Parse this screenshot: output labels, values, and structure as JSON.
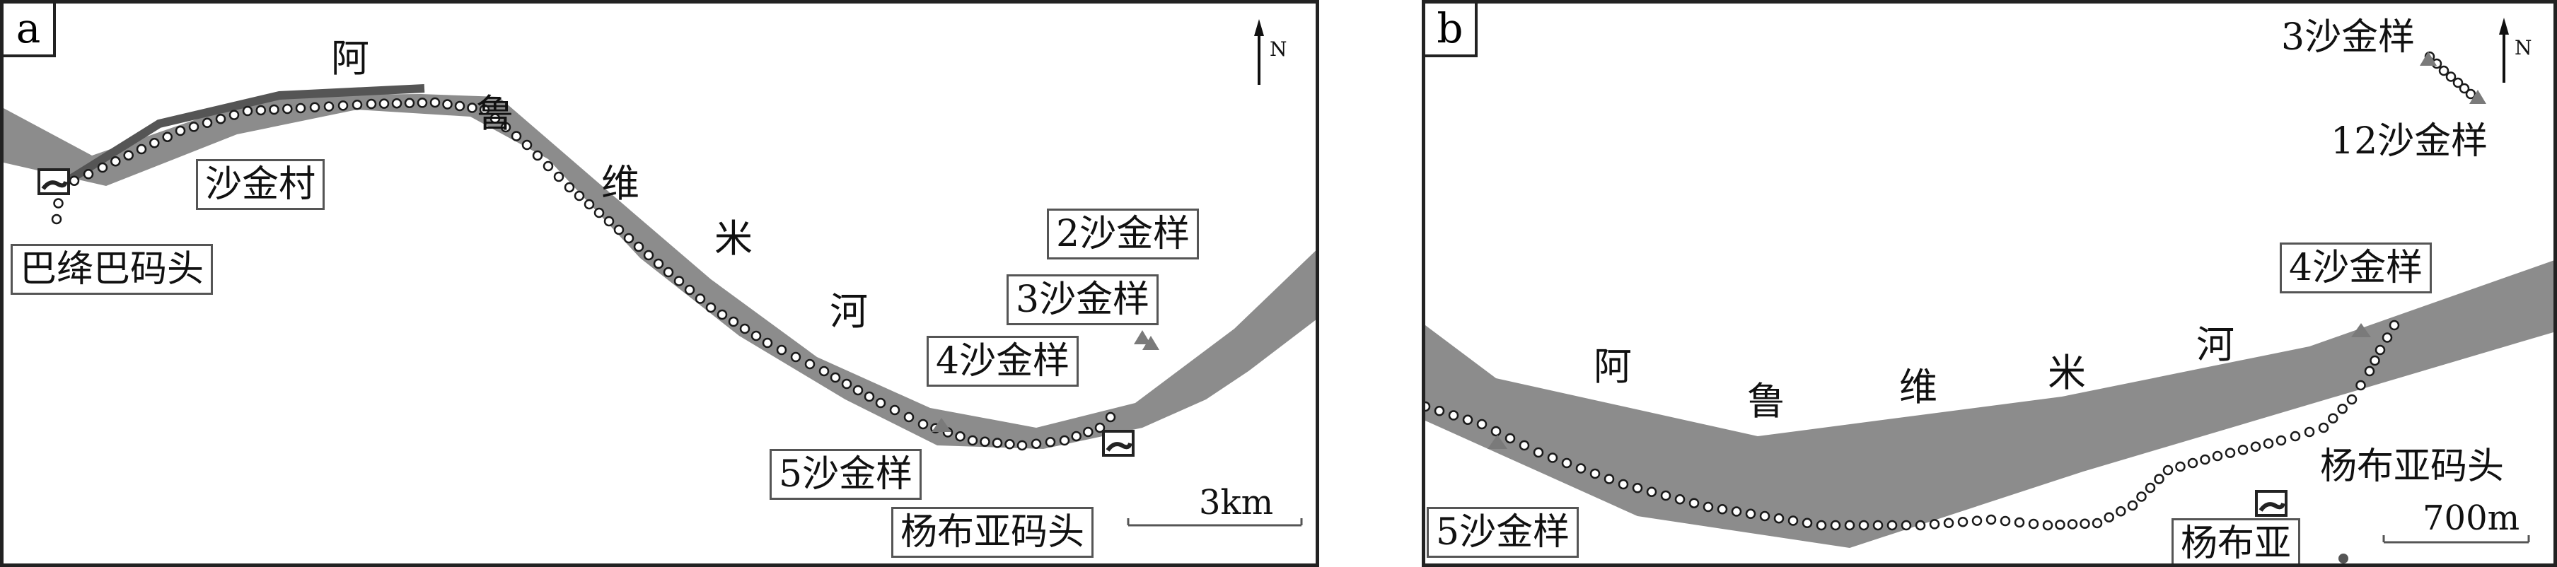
{
  "panels": [
    {
      "label": "a",
      "north": "N",
      "river_chars": [
        "阿",
        "鲁",
        "维",
        "米",
        "河"
      ],
      "labels": {
        "village": "沙金村",
        "dock_west": "巴绛巴码头",
        "dock_east": "杨布亚码头",
        "sample2": "2沙金样",
        "sample3": "3沙金样",
        "sample4": "4沙金样",
        "sample5": "5沙金样"
      },
      "scale": "3km"
    },
    {
      "label": "b",
      "north": "N",
      "river_chars": [
        "阿",
        "鲁",
        "维",
        "米",
        "河"
      ],
      "labels": {
        "sample3": "3沙金样",
        "sample12": "12沙金样",
        "sample4": "4沙金样",
        "sample5": "5沙金样",
        "dock": "杨布亚码头",
        "village": "杨布亚"
      },
      "scale": "700m"
    }
  ],
  "colors": {
    "river_fill": "#8c8c8c",
    "track_point": "#ffffff",
    "track_outline": "#1a1a1a",
    "sample_marker": "#7a7a7a",
    "frame": "#222222"
  }
}
